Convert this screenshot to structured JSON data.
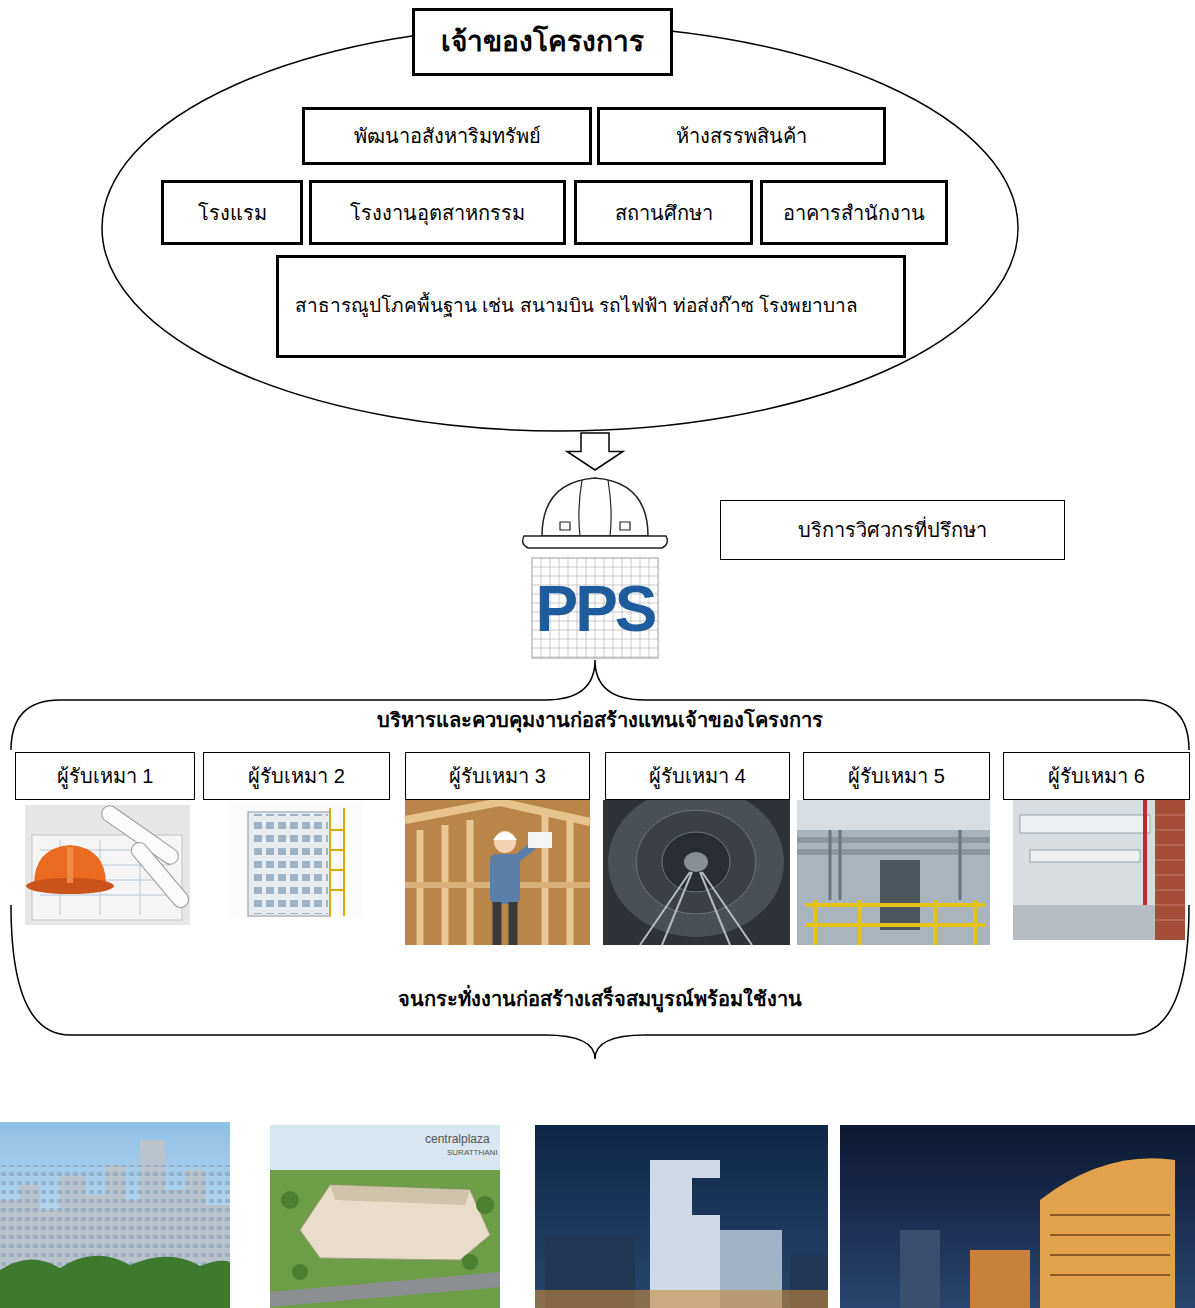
{
  "diagram": {
    "nodes": [
      {
        "text": [
          "เจ้าของโครงการ"
        ]
      },
      {
        "text": [
          "พัฒนาอสังหาริมทรัพย์"
        ],
        "in": 0
      },
      {
        "text": [
          "ห้างสรรพสินค้า"
        ],
        "in": 0
      },
      {
        "text": [
          "โรงแรม"
        ],
        "in": 0
      },
      {
        "text": [
          "โรงงานอุตสาหกรรม"
        ],
        "in": 0
      },
      {
        "text": [
          "สถานศึกษา"
        ],
        "in": 0
      },
      {
        "text": [
          "อาคารสำนักงาน"
        ],
        "in": 0
      },
      {
        "text": [
          "สาธารณูปโภคพื้นฐาน เช่น สนามบิน รถไฟฟ้า ท่อส่งก๊าซ โรงพยาบาล"
        ],
        "in": 0
      },
      {
        "text": [
          "PPS"
        ]
      },
      {
        "text": [
          "บริการวิศวกรที่ปรึกษา"
        ]
      },
      {
        "text": [
          "บริหารและควบคุมงานก่อสร้างแทนเจ้าของโครงการ",
          "จนกระทั่งงานก่อสร้างเสร็จสมบูรณ์พร้อมใช้งาน"
        ]
      },
      {
        "text": [
          "ผู้รับเหมา 1"
        ],
        "in": 10
      },
      {
        "text": [
          "ผู้รับเหมา 2"
        ],
        "in": 10
      },
      {
        "text": [
          "ผู้รับเหมา 3"
        ],
        "in": 10
      },
      {
        "text": [
          "ผู้รับเหมา 4"
        ],
        "in": 10
      },
      {
        "text": [
          "ผู้รับเหมา 5"
        ],
        "in": 10
      },
      {
        "text": [
          "ผู้รับเหมา 6"
        ],
        "in": 10
      }
    ],
    "edges": [
      {
        "from": 0,
        "to": 8,
        "arrow": "to"
      }
    ],
    "labels": [
      "centralplaza",
      "SURATTHANI"
    ]
  }
}
